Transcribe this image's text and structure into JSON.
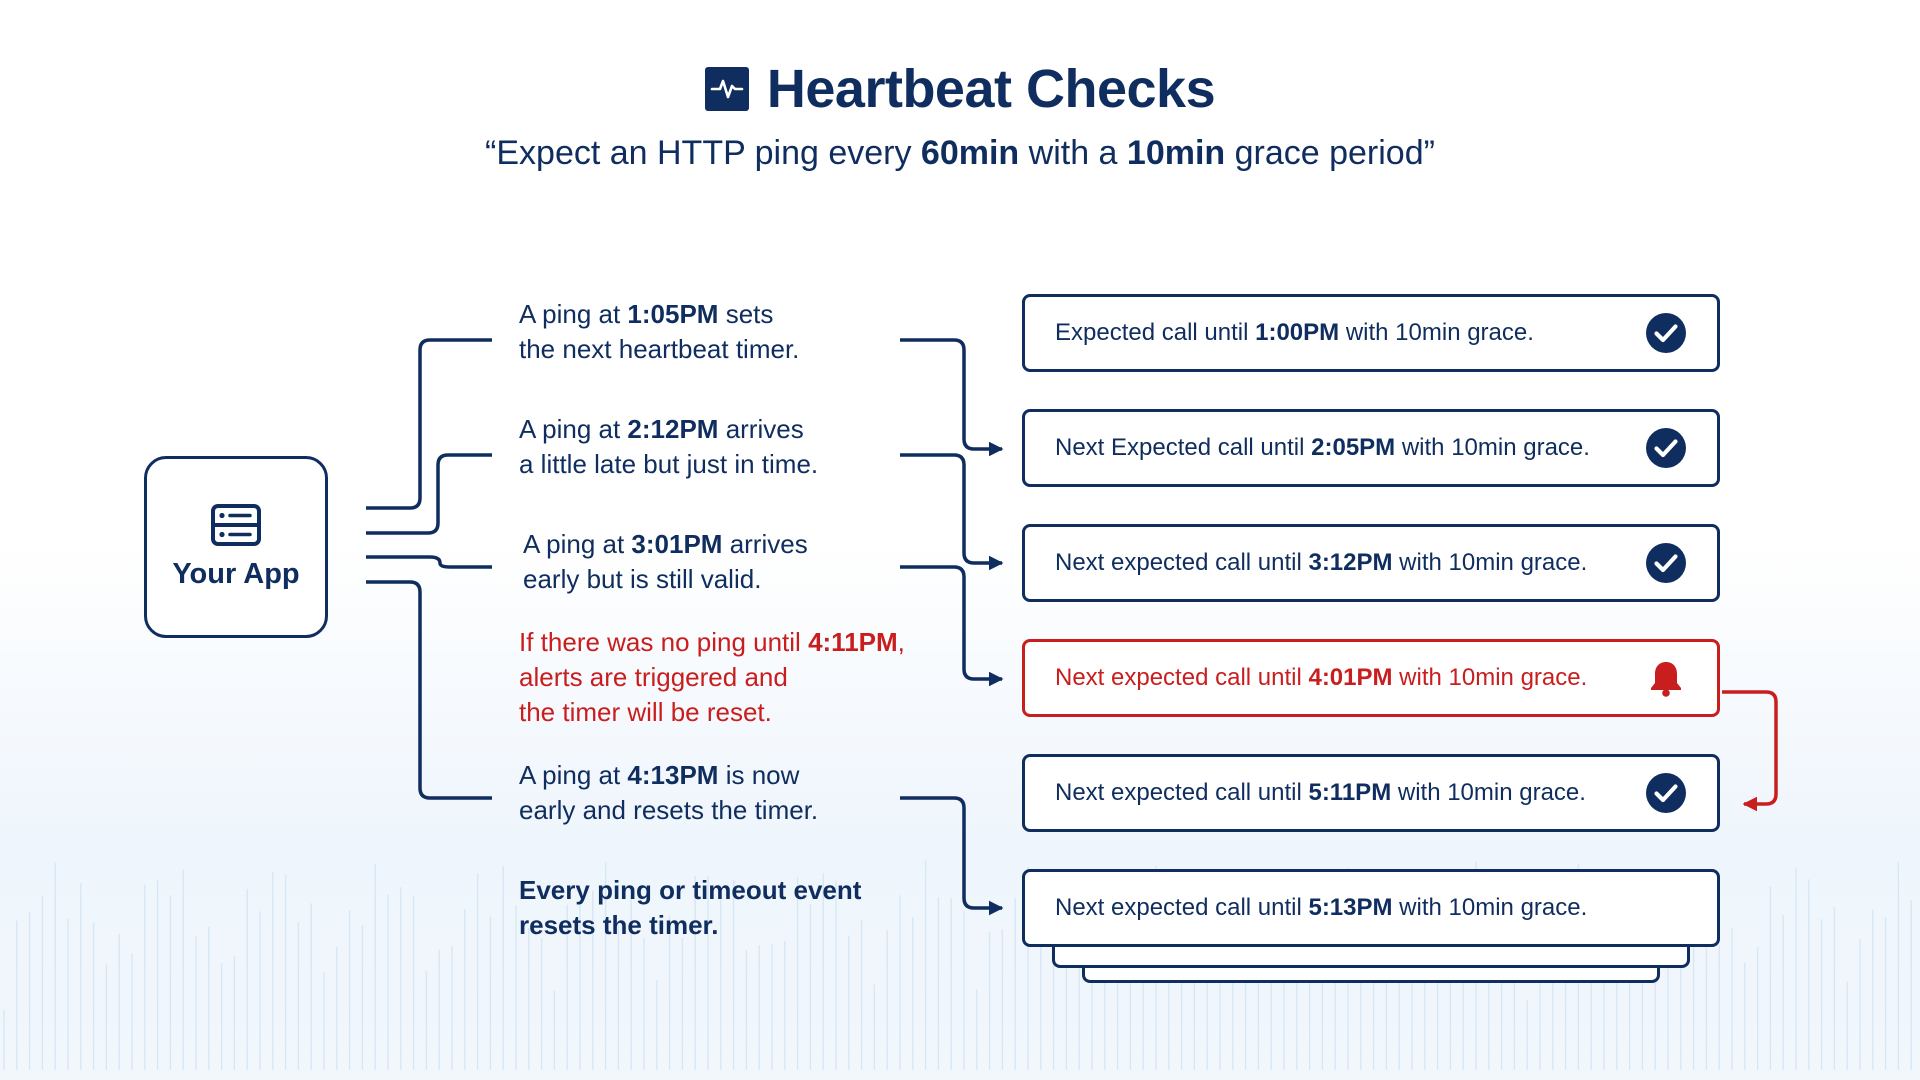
{
  "header": {
    "title": "Heartbeat Checks",
    "icon": "heartbeat-pulse-icon",
    "subtitle_parts": [
      "“Expect an HTTP ping every ",
      "60min",
      " with a ",
      "10min",
      " grace period”"
    ]
  },
  "app": {
    "label": "Your App",
    "icon": "server-icon"
  },
  "notes": [
    {
      "line1": [
        "A ping at ",
        "1:05PM",
        " sets"
      ],
      "line2": "the next heartbeat timer."
    },
    {
      "line1": [
        "A ping at ",
        "2:12PM",
        " arrives"
      ],
      "line2": "a little late but just in time."
    },
    {
      "line1": [
        "A ping at ",
        "3:01PM",
        " arrives"
      ],
      "line2": "early but is still valid."
    },
    {
      "line1": [
        "If there was no ping until ",
        "4:11PM",
        ","
      ],
      "line2": "alerts are triggered and",
      "line3": "the timer will be reset."
    },
    {
      "line1": [
        "A ping at ",
        "4:13PM",
        " is now"
      ],
      "line2": "early and resets the timer."
    }
  ],
  "summary": {
    "line1": "Every ping or timeout event",
    "line2": "resets the timer."
  },
  "cards": [
    {
      "prefix": "Expected call until ",
      "time": "1:00PM",
      "suffix": " with 10min grace.",
      "status": "check-circle-icon"
    },
    {
      "prefix": "Next Expected call until ",
      "time": "2:05PM",
      "suffix": " with 10min grace.",
      "status": "check-circle-icon"
    },
    {
      "prefix": "Next expected call until ",
      "time": "3:12PM",
      "suffix": " with 10min grace.",
      "status": "check-circle-icon"
    },
    {
      "prefix": "Next expected call until ",
      "time": "4:01PM",
      "suffix": " with 10min grace.",
      "status": "bell-icon"
    },
    {
      "prefix": "Next expected call until ",
      "time": "5:11PM",
      "suffix": " with 10min grace.",
      "status": "check-circle-icon"
    },
    {
      "prefix": "Next expected call until ",
      "time": "5:13PM",
      "suffix": " with 10min grace.",
      "status": ""
    }
  ],
  "colors": {
    "primary": "#0f2d5e",
    "alert": "#c81e1e",
    "background_lines": "#cfe3f3"
  }
}
